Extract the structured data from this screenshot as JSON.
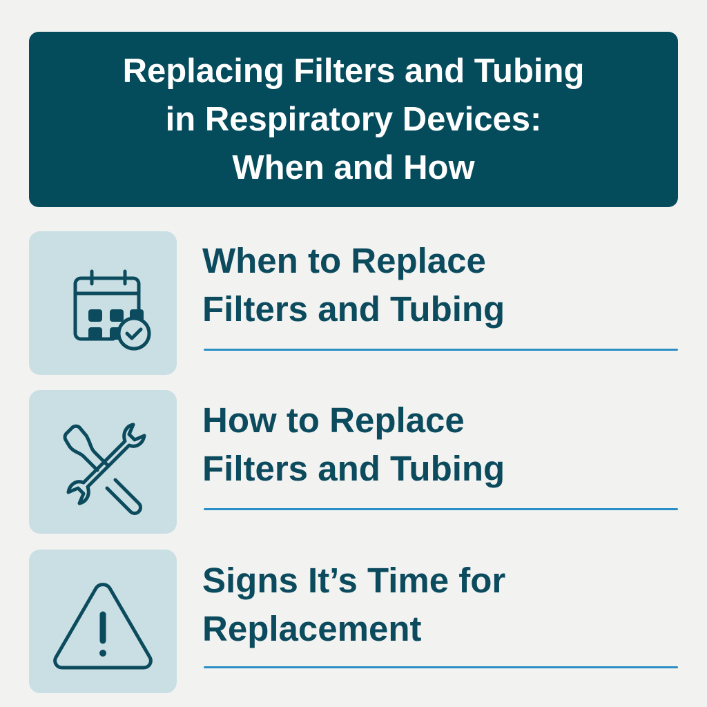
{
  "header": {
    "title_lines": [
      "Replacing Filters and Tubing",
      "in Respiratory Devices:",
      "When and How"
    ]
  },
  "sections": [
    {
      "icon": "calendar-check-icon",
      "lines": [
        "When to Replace",
        "Filters and Tubing"
      ]
    },
    {
      "icon": "tools-icon",
      "lines": [
        "How to Replace",
        "Filters and Tubing"
      ]
    },
    {
      "icon": "warning-icon",
      "lines": [
        "Signs It’s Time for",
        "Replacement"
      ]
    }
  ],
  "colors": {
    "header_bg": "#044b5b",
    "text": "#0c4b5d",
    "icon_bg": "#c9dfe3",
    "rule": "#2a8fc6",
    "page_bg": "#f2f2f1"
  }
}
